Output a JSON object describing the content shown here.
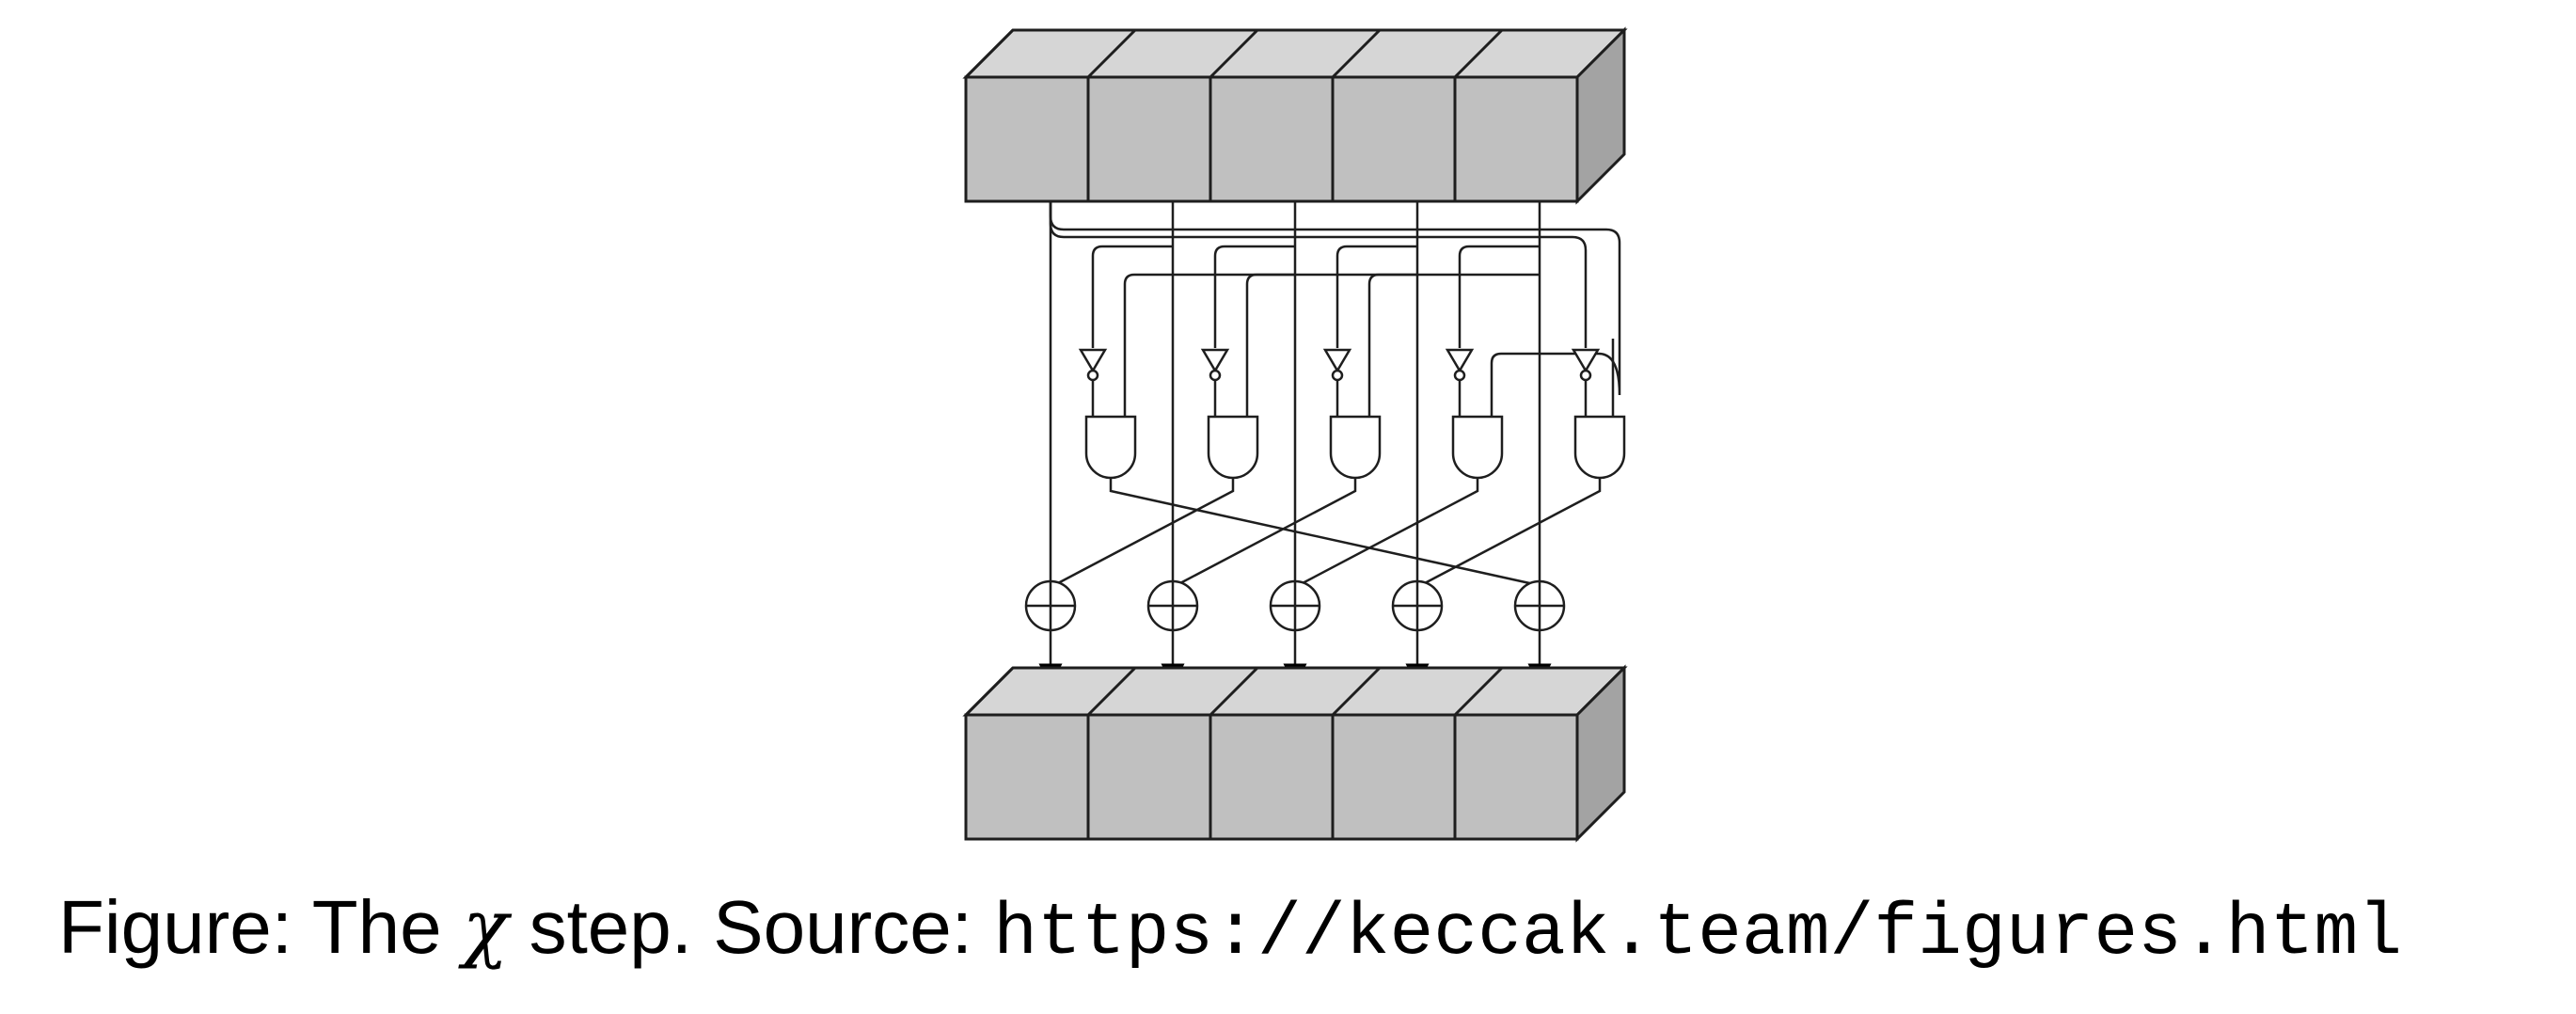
{
  "figure": {
    "input_register": {
      "lane_count": 5
    },
    "output_register": {
      "lane_count": 5
    },
    "gates": {
      "not_count": 5,
      "and_count": 5,
      "xor_count": 5
    },
    "colors": {
      "lane_fill": "#c0c0c0",
      "lane_top": "#d6d6d6",
      "lane_side": "#a3a3a3",
      "stroke": "#1e1e1e"
    }
  },
  "caption": {
    "prefix": "Figure: The",
    "symbol": "χ",
    "middle": "step. Source:",
    "url": "https://keccak.team/figures.html"
  }
}
